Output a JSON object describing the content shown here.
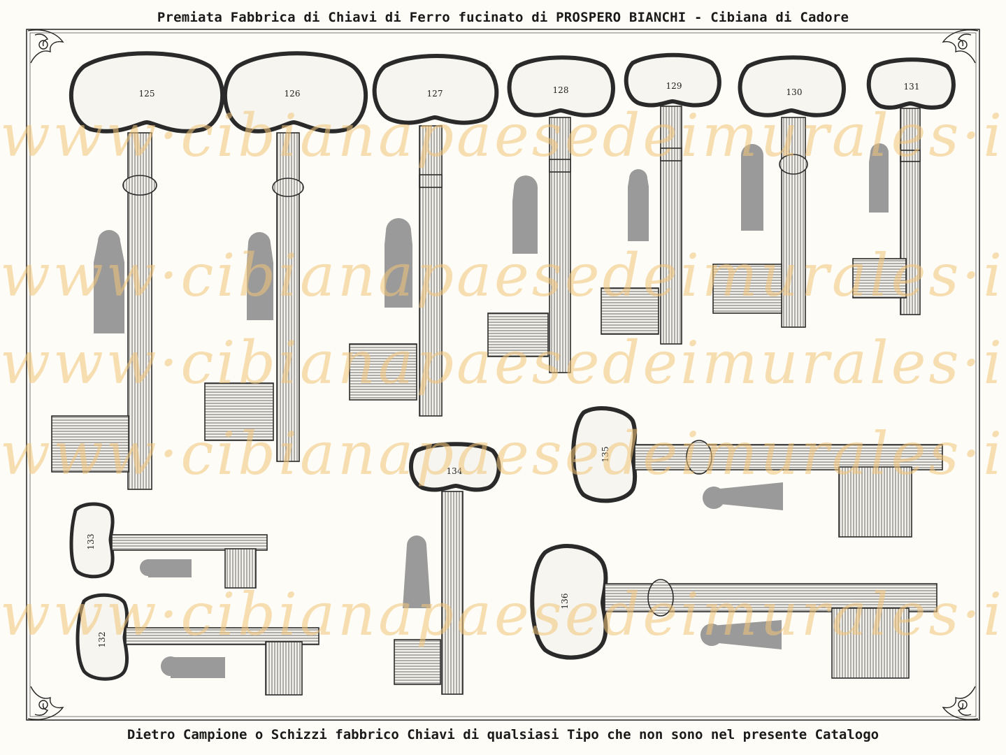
{
  "header": {
    "title": "Premiata Fabbrica di Chiavi di Ferro fucinato di PROSPERO BIANCHI - Cibiana di Cadore"
  },
  "footer": {
    "text": "Dietro Campione o Schizzi fabbrico Chiavi di qualsiasi Tipo che non sono nel presente Catalogo"
  },
  "watermark": {
    "text": "www·cibianapaesedeimurales·it"
  },
  "keys": [
    {
      "number": "125"
    },
    {
      "number": "126"
    },
    {
      "number": "127"
    },
    {
      "number": "128"
    },
    {
      "number": "129"
    },
    {
      "number": "130"
    },
    {
      "number": "131"
    },
    {
      "number": "132"
    },
    {
      "number": "133"
    },
    {
      "number": "134"
    },
    {
      "number": "135"
    },
    {
      "number": "136"
    }
  ],
  "colors": {
    "ink": "#2a2a2a",
    "escutcheon": "#9a9a9a",
    "watermark": "#f2c478",
    "paper": "#fdfcf7"
  }
}
